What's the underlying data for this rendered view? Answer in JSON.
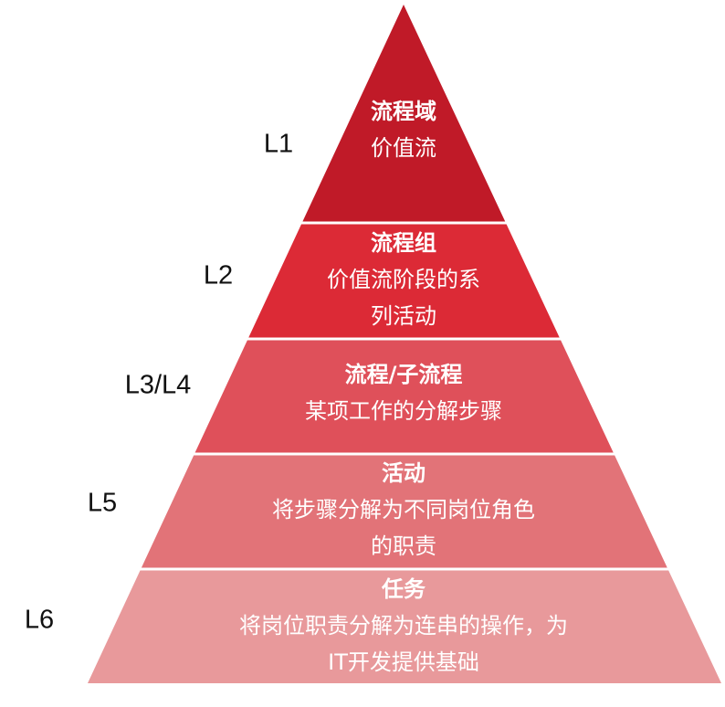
{
  "levels": [
    {
      "label": "L1",
      "title": "流程域",
      "lines": [
        "价值流"
      ],
      "color": "#c01a28"
    },
    {
      "label": "L2",
      "title": "流程组",
      "lines": [
        "价值流阶段的系",
        "列活动"
      ],
      "color": "#dc2a36"
    },
    {
      "label": "L3/L4",
      "title": "流程/子流程",
      "lines": [
        "某项工作的分解步骤"
      ],
      "color": "#df505a"
    },
    {
      "label": "L5",
      "title": "活动",
      "lines": [
        "将步骤分解为不同岗位角色",
        "的职责"
      ],
      "color": "#e27378"
    },
    {
      "label": "L6",
      "title": "任务",
      "lines": [
        "将岗位职责分解为连串的操作，为",
        "IT开发提供基础"
      ],
      "color": "#e8999b"
    }
  ]
}
